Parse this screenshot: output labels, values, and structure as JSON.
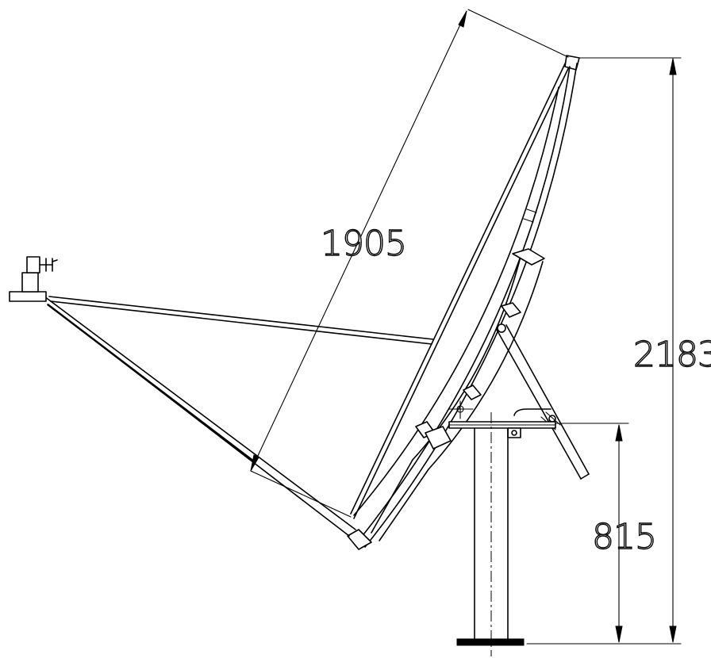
{
  "dimensions": {
    "dish_diameter": "1905",
    "overall_height": "2183",
    "mount_height": "815"
  }
}
